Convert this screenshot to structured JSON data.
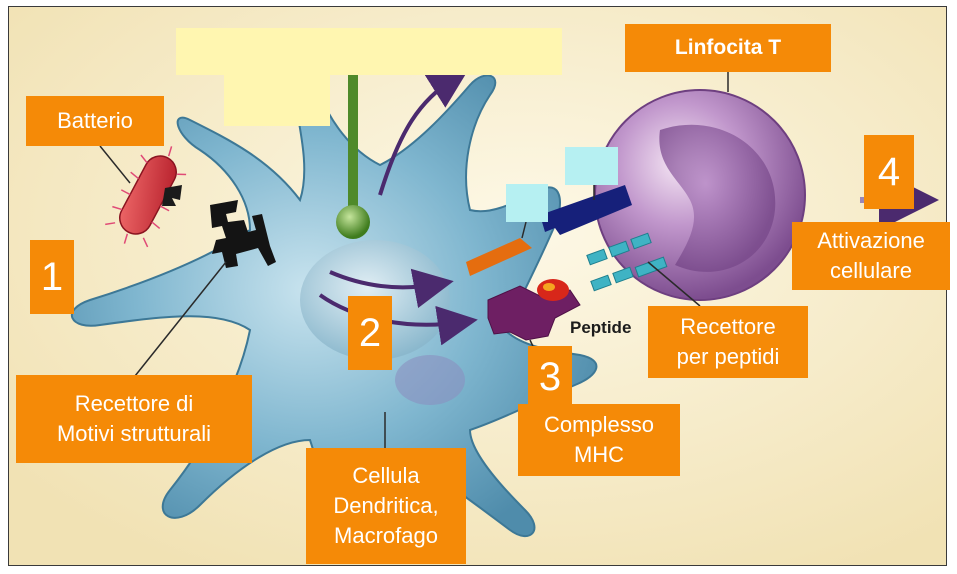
{
  "labels": {
    "batterio": "Batterio",
    "linfocita": "Linfocita T",
    "num1": "1",
    "num2": "2",
    "num3": "3",
    "num4": "4",
    "recettore_motivi_line1": "Recettore di",
    "recettore_motivi_line2": "Motivi strutturali",
    "cellula_line1": "Cellula",
    "cellula_line2": "Dendritica,",
    "cellula_line3": "Macrofago",
    "complesso_line1": "Complesso",
    "complesso_line2": "MHC",
    "recettore_peptidi_line1": "Recettore",
    "recettore_peptidi_line2": "per peptidi",
    "attivazione_line1": "Attivazione",
    "attivazione_line2": "cellulare",
    "peptide": "Peptide"
  },
  "colors": {
    "label_orange": "#f58a07",
    "yellow_box": "#fff6b0",
    "cyan_box": "#b6f0f2",
    "background": "#f7efd0",
    "dendritic_cell": "#6fa9c4",
    "lymphocyte": "#b58ac4",
    "arrow": "#4b2a6e"
  }
}
